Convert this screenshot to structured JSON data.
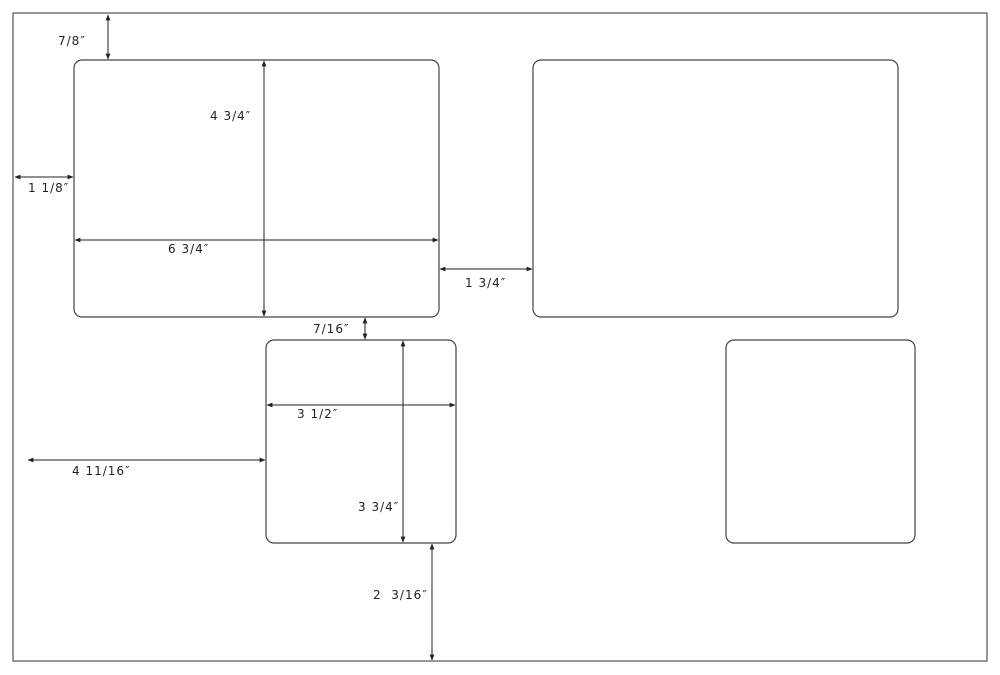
{
  "dimensions": {
    "top_margin": "7/8″",
    "left_margin": "1 1/8″",
    "label_large_height": "4 3/4″",
    "label_large_width": "6 3/4″",
    "horizontal_gap": "1 3/4″",
    "vertical_gap": "7/16″",
    "label_small_width": "3 1/2″",
    "small_label_left_offset": "4 11/16″",
    "label_small_height": "3 3/4″",
    "bottom_margin": "2  3/16″"
  }
}
